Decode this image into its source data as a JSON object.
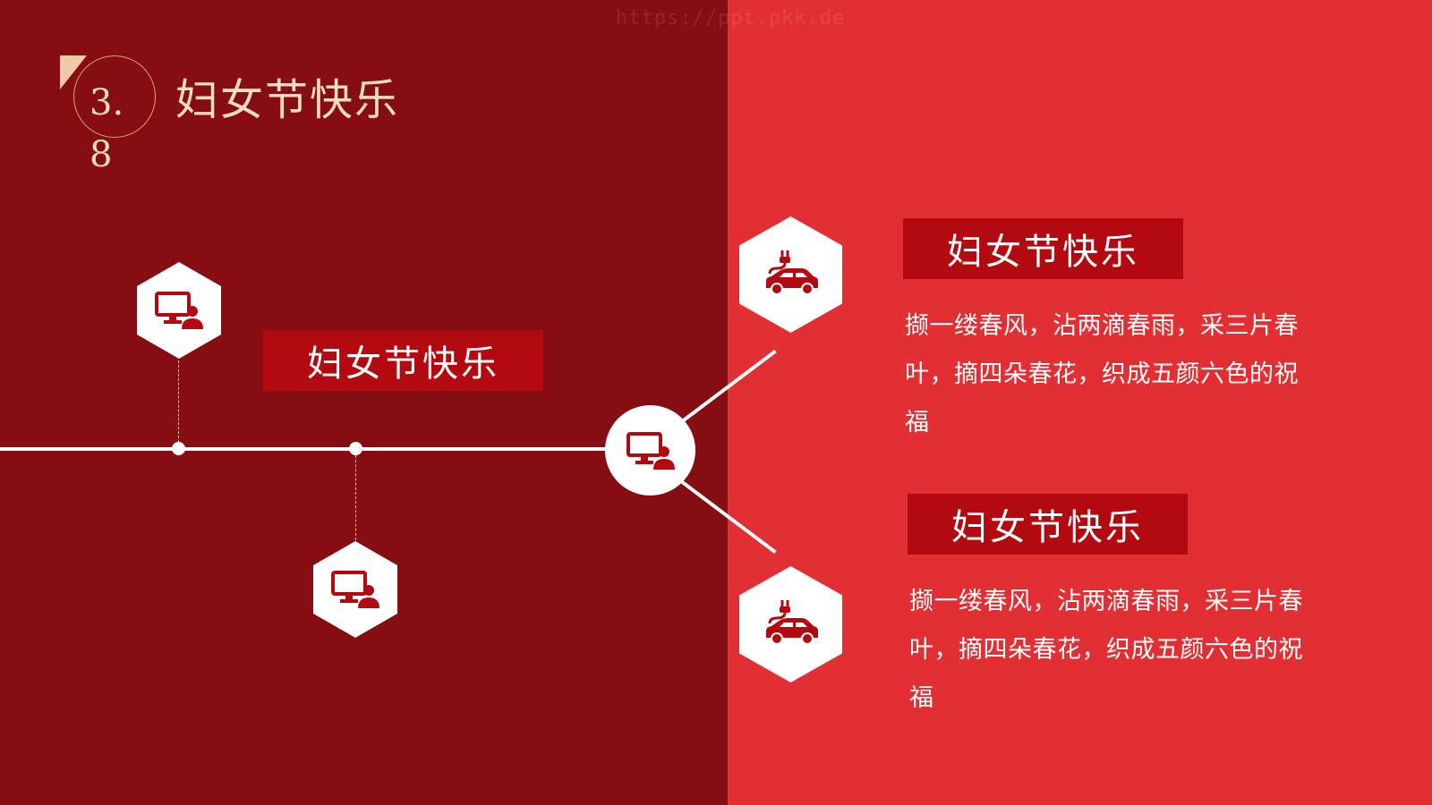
{
  "watermark": "https://ppt.pkk.de",
  "section": {
    "number": "3.8",
    "title": "妇女节快乐"
  },
  "left": {
    "label": "妇女节快乐"
  },
  "right": {
    "items": [
      {
        "title": "妇女节快乐",
        "text": "撷一缕春风，沾两滴春雨，采三片春叶，摘四朵春花，织成五颜六色的祝福"
      },
      {
        "title": "妇女节快乐",
        "text": "撷一缕春风，沾两滴春雨，采三片春叶，摘四朵春花，织成五颜六色的祝福"
      }
    ]
  },
  "icons": {
    "computer_user": "computer-user-icon",
    "electric_car": "electric-car-icon"
  },
  "colors": {
    "left_bg": "#860d11",
    "right_bg": "#e22f33",
    "label_bg": "#b30a12",
    "title_gold": "#f5dcc4",
    "icon_red": "#b30a12"
  }
}
